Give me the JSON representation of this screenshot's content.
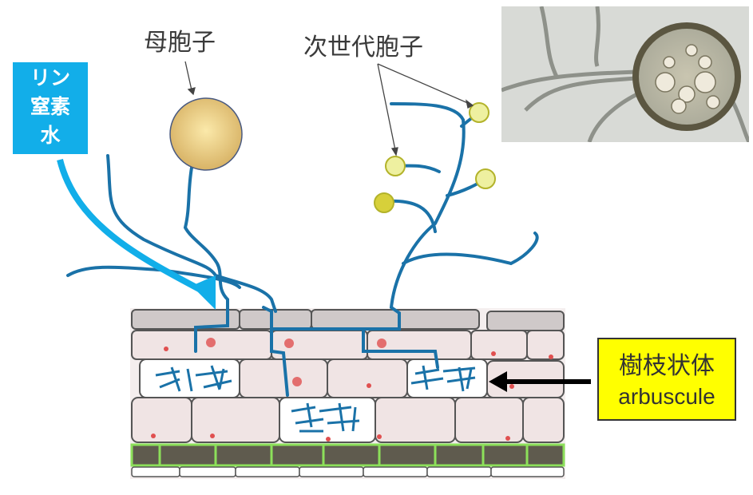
{
  "labels": {
    "mother_spore": "母胞子",
    "next_gen_spores": "次世代胞子",
    "nutrients": [
      "リン",
      "窒素",
      "水"
    ],
    "arbuscule_ja": "樹枝状体",
    "arbuscule_en": "arbuscule"
  },
  "colors": {
    "hyphae": "#1a72a8",
    "nutrient_box": "#12aee9",
    "arbuscule_box": "#ffff00",
    "spore": "#e3c277",
    "next_spore": "#eef0a0"
  }
}
